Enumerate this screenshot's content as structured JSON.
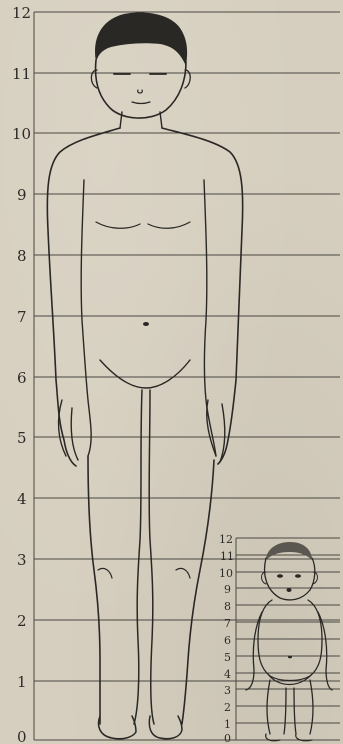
{
  "figure": {
    "large_scale": {
      "labels": [
        "12",
        "11",
        "10",
        "9",
        "8",
        "7",
        "6",
        "5",
        "4",
        "3",
        "2",
        "1",
        "0"
      ]
    },
    "small_scale": {
      "labels": [
        "12",
        "11",
        "10",
        "9",
        "8",
        "7",
        "6",
        "5",
        "4",
        "3",
        "2",
        "1",
        "0"
      ]
    }
  }
}
